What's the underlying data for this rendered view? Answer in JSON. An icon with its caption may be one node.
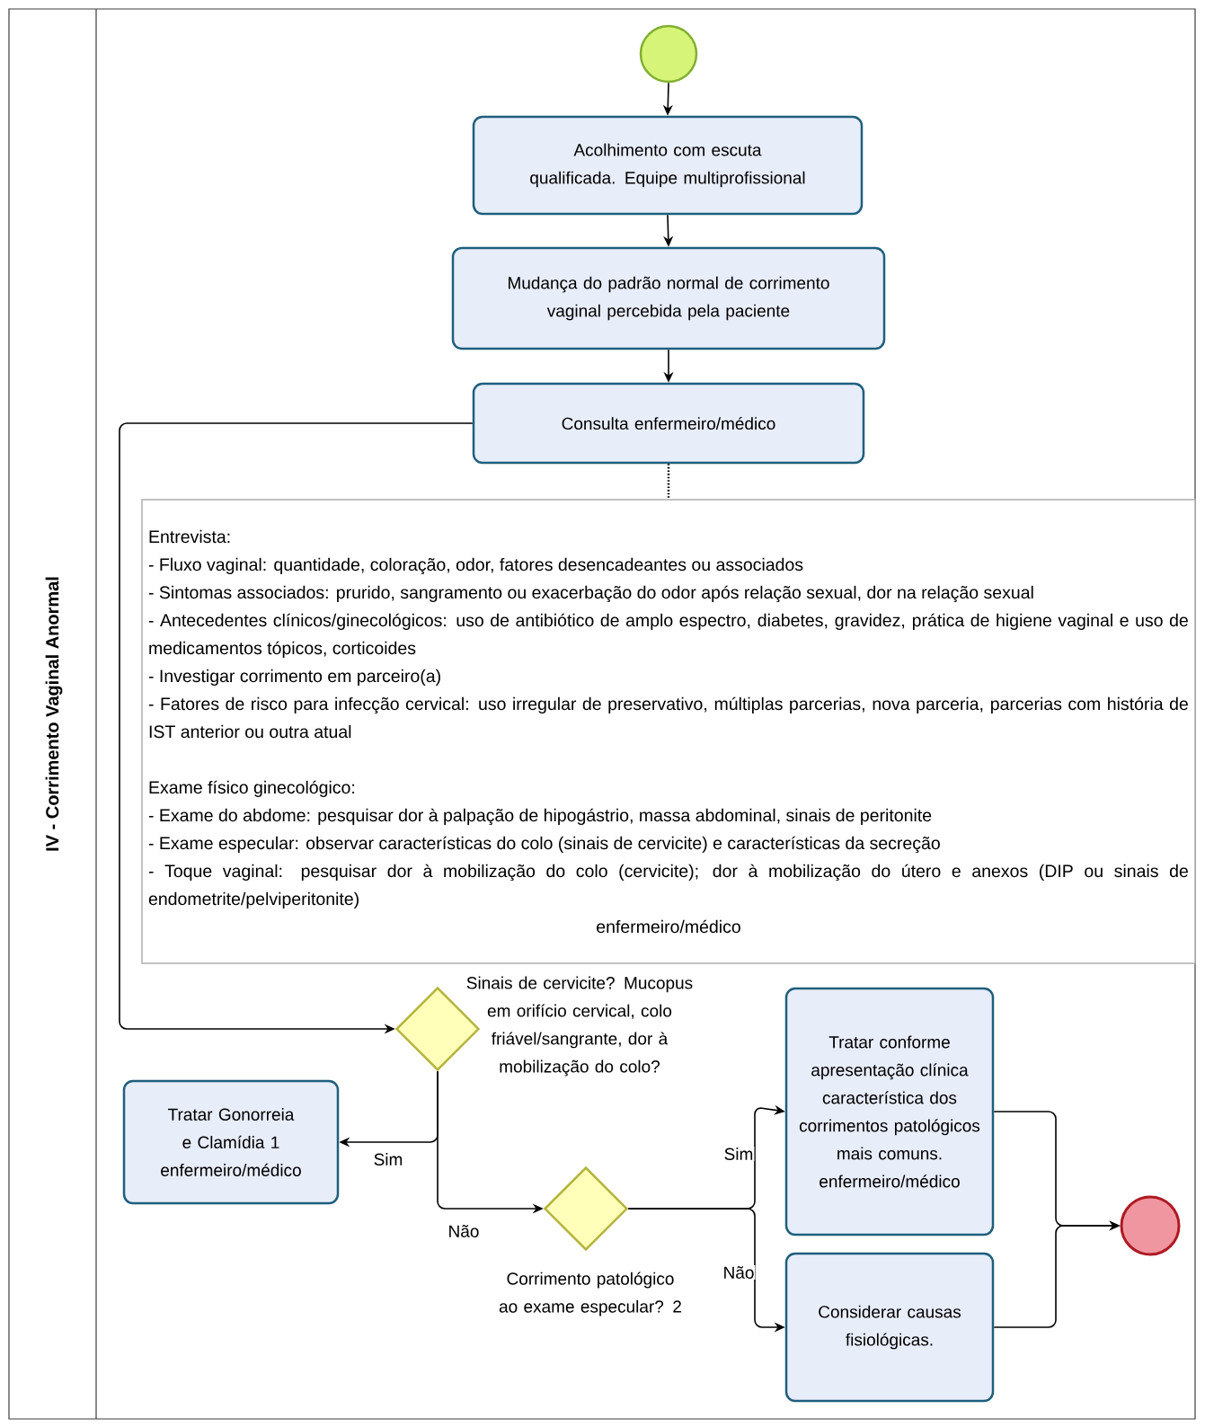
{
  "diagram": {
    "nodes": [
      {
        "text": [
          "IV - Corrimento Vaginal Anormal"
        ]
      },
      {
        "text": [],
        "shape": "circle",
        "in": 0
      },
      {
        "text": [
          "Acolhimento com escuta qualificada. Equipe multiprofissional"
        ],
        "in": 0
      },
      {
        "text": [
          "Mudança do padrão normal de corrimento vaginal percebida pela paciente"
        ],
        "in": 0
      },
      {
        "text": [
          "Consulta enfermeiro/médico"
        ],
        "in": 0
      },
      {
        "text": [
          "Entrevista:",
          "- Fluxo vaginal: quantidade, coloração, odor, fatores desencadeantes ou associados",
          "- Sintomas associados: prurido, sangramento ou exacerbação do odor após relação sexual, dor na relação sexual",
          "- Antecedentes clínicos/ginecológicos: uso de antibiótico de amplo espectro, diabetes, gravidez, prática de higiene vaginal e uso de medicamentos tópicos, corticoides",
          "- Investigar corrimento em parceiro(a)",
          "- Fatores de risco para infecção cervical: uso irregular de preservativo, múltiplas parcerias, nova parceria, parcerias com história de IST anterior ou outra atual",
          "Exame físico ginecológico:",
          "- Exame do abdome: pesquisar dor à palpação de hipogástrio, massa abdominal, sinais de peritonite",
          "- Exame especular: observar características do colo (sinais de cervicite) e características da secreção",
          "- Toque vaginal: pesquisar dor à mobilização do colo (cervicite); dor à mobilização do útero e anexos (DIP ou sinais de endometrite/pelviperitonite)",
          "enfermeiro/médico"
        ],
        "in": 0
      },
      {
        "text": [
          "Sinais de cervicite? Mucopus em orifício cervical, colo friável/sangrante, dor à mobilização do colo?"
        ],
        "in": 0
      },
      {
        "text": [
          "Tratar Gonorreia e Clamídia 1 enfermeiro/médico"
        ],
        "in": 0
      },
      {
        "text": [
          "Corrimento patológico ao exame especular? 2"
        ],
        "in": 0
      },
      {
        "text": [
          "Tratar conforme apresentação clínica característica dos corrimentos patológicos mais comuns. enfermeiro/médico"
        ],
        "in": 0
      },
      {
        "text": [
          "Considerar causas fisiológicas."
        ],
        "in": 0
      },
      {
        "text": [],
        "shape": "circle",
        "in": 0
      }
    ],
    "edges": [
      {
        "from": 1,
        "to": 2,
        "arrow": "to"
      },
      {
        "from": 2,
        "to": 3,
        "arrow": "to"
      },
      {
        "from": 3,
        "to": 4,
        "arrow": "to"
      },
      {
        "from": 4,
        "to": 5,
        "arrow": "none",
        "style": "dashed"
      },
      {
        "from": 4,
        "to": 6,
        "arrow": "to"
      },
      {
        "from": 6,
        "to": 7,
        "arrow": "to",
        "label": "Sim"
      },
      {
        "from": 6,
        "to": 8,
        "arrow": "to",
        "label": "Não"
      },
      {
        "from": 8,
        "to": 9,
        "arrow": "to",
        "label": "Sim"
      },
      {
        "from": 8,
        "to": 10,
        "arrow": "to",
        "label": "Não"
      },
      {
        "from": 9,
        "to": 11,
        "arrow": "to"
      },
      {
        "from": 10,
        "to": 11,
        "arrow": "to"
      }
    ]
  }
}
